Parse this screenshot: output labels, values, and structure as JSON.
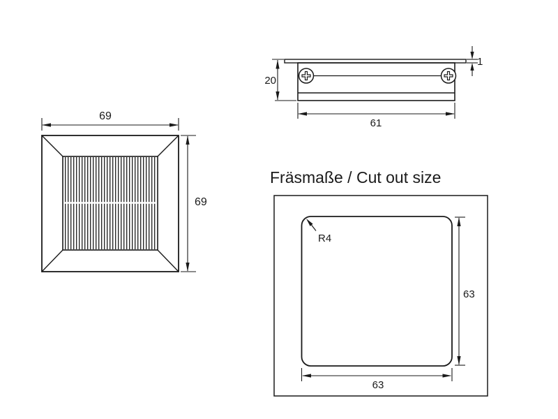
{
  "drawing": {
    "side_view": {
      "depth": "20",
      "flange_thickness": "1",
      "body_width": "61"
    },
    "front_view": {
      "overall_width": "69",
      "overall_height": "69"
    },
    "cutout_view": {
      "title": "Fräsmaße / Cut out size",
      "corner_radius": "R4",
      "cutout_width": "63",
      "cutout_height": "63"
    }
  },
  "colors": {
    "line": "#1a1a1a",
    "background": "#ffffff"
  }
}
